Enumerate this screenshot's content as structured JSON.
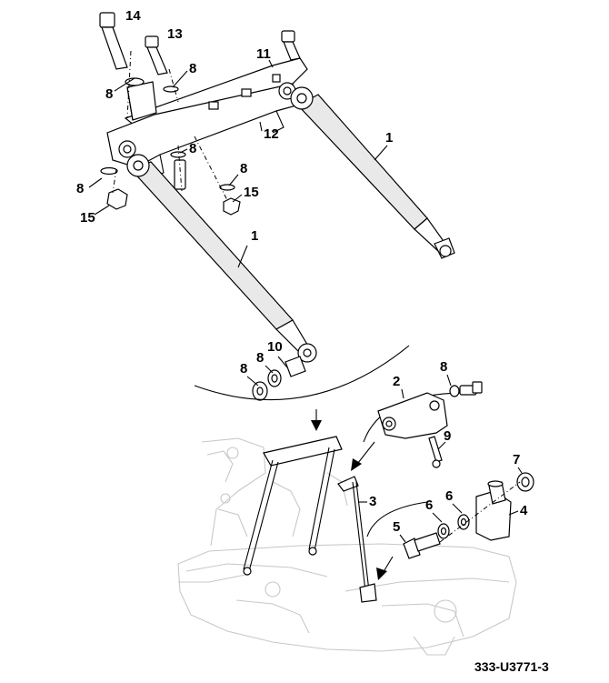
{
  "figure_id": "333-U3771-3",
  "callouts": {
    "c14": "14",
    "c13": "13",
    "c11": "11",
    "c12": "12",
    "c1_top": "1",
    "c1_mid": "1",
    "c8_a": "8",
    "c8_b": "8",
    "c8_c": "8",
    "c8_d": "8",
    "c8_e": "8",
    "c8_f": "8",
    "c8_g": "8",
    "c8_h": "8",
    "c15_a": "15",
    "c15_b": "15",
    "c10": "10",
    "c2": "2",
    "c9": "9",
    "c3": "3",
    "c4": "4",
    "c5": "5",
    "c6_a": "6",
    "c6_b": "6",
    "c7": "7"
  }
}
